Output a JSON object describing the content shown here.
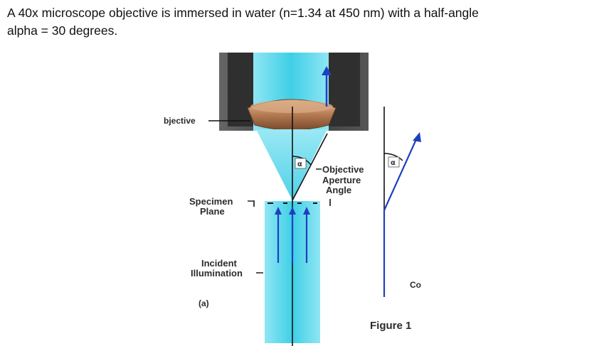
{
  "question": {
    "line1": "A 40x microscope objective is immersed in water (n=1.34 at 450 nm) with a half-angle",
    "line2": "alpha = 30 degrees."
  },
  "figure": {
    "labels": {
      "objective": "bjective",
      "aperture_line1": "Objective",
      "aperture_line2": "Aperture",
      "aperture_line3": "Angle",
      "specimen_line1": "Specimen",
      "specimen_line2": "Plane",
      "incident_line1": "Incident",
      "incident_line2": "Illumination",
      "panel_a": "(a)",
      "alpha_left": "α",
      "alpha_right": "α",
      "co": "Co",
      "caption": "Figure 1"
    },
    "colors": {
      "beam": "#5fd6ea",
      "housing": "#4a4a4a",
      "lens": "#b07a55",
      "ray": "#1f3fbf"
    }
  }
}
